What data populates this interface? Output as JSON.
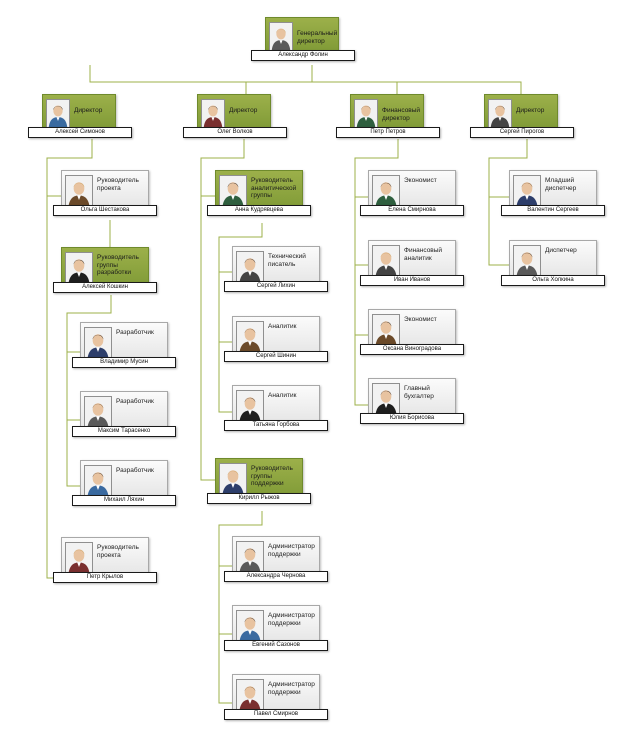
{
  "org_chart": {
    "nodes": [
      {
        "id": "ceo",
        "title": "Генеральный директор",
        "name": "Александр Фолин",
        "style": "green",
        "size": "L"
      },
      {
        "id": "d1",
        "parent": "ceo",
        "title": "Директор",
        "name": "Алексей Симонов",
        "style": "green",
        "size": "L"
      },
      {
        "id": "d2",
        "parent": "ceo",
        "title": "Директор",
        "name": "Олег Волков",
        "style": "green",
        "size": "L"
      },
      {
        "id": "d3",
        "parent": "ceo",
        "title": "Финансовый директор",
        "name": "Петр Петров",
        "style": "green",
        "size": "L"
      },
      {
        "id": "d4",
        "parent": "ceo",
        "title": "Директор",
        "name": "Сергей Пирогов",
        "style": "green",
        "size": "L"
      },
      {
        "id": "pm1",
        "parent": "d1",
        "title": "Руководитель проекта",
        "name": "Ольга Шестакова",
        "style": "grey",
        "size": "M"
      },
      {
        "id": "dl",
        "parent": "pm1",
        "title": "Руководитель группы разработки",
        "name": "Алексей Кошкин",
        "style": "green",
        "size": "M"
      },
      {
        "id": "dev1",
        "parent": "dl",
        "title": "Разработчик",
        "name": "Владимир Мусин",
        "style": "grey",
        "size": "M"
      },
      {
        "id": "dev2",
        "parent": "dl",
        "title": "Разработчик",
        "name": "Максим Тарасенко",
        "style": "grey",
        "size": "M"
      },
      {
        "id": "dev3",
        "parent": "dl",
        "title": "Разработчик",
        "name": "Михаил Ляхин",
        "style": "grey",
        "size": "M"
      },
      {
        "id": "pm2",
        "parent": "d1",
        "title": "Руководитель проекта",
        "name": "Петр Крылов",
        "style": "grey",
        "size": "M"
      },
      {
        "id": "al",
        "parent": "d2",
        "title": "Руководитель аналитической группы",
        "name": "Анна Кудрявцева",
        "style": "green",
        "size": "M"
      },
      {
        "id": "tw",
        "parent": "al",
        "title": "Технический писатель",
        "name": "Сергей Лихин",
        "style": "grey",
        "size": "M"
      },
      {
        "id": "an1",
        "parent": "al",
        "title": "Аналитик",
        "name": "Сергей Шинин",
        "style": "grey",
        "size": "M"
      },
      {
        "id": "an2",
        "parent": "al",
        "title": "Аналитик",
        "name": "Татьяна Горбова",
        "style": "grey",
        "size": "M"
      },
      {
        "id": "sl",
        "parent": "d2",
        "title": "Руководитель группы поддержки",
        "name": "Кирилл Рыжов",
        "style": "green",
        "size": "M"
      },
      {
        "id": "sa1",
        "parent": "sl",
        "title": "Администратор поддержки",
        "name": "Александра Чернова",
        "style": "grey",
        "size": "M"
      },
      {
        "id": "sa2",
        "parent": "sl",
        "title": "Администратор поддержки",
        "name": "Евгений Сазонов",
        "style": "grey",
        "size": "M"
      },
      {
        "id": "sa3",
        "parent": "sl",
        "title": "Администратор поддержки",
        "name": "Павел Смирнов",
        "style": "grey",
        "size": "M"
      },
      {
        "id": "ec1",
        "parent": "d3",
        "title": "Экономист",
        "name": "Елена Смирнова",
        "style": "grey",
        "size": "M"
      },
      {
        "id": "fa",
        "parent": "d3",
        "title": "Финансовый аналитик",
        "name": "Иван Иванов",
        "style": "grey",
        "size": "M"
      },
      {
        "id": "ec2",
        "parent": "d3",
        "title": "Экономист",
        "name": "Оксана Виноградова",
        "style": "grey",
        "size": "M"
      },
      {
        "id": "ga",
        "parent": "d3",
        "title": "Главный бухгалтер",
        "name": "Юлия Борисова",
        "style": "grey",
        "size": "M"
      },
      {
        "id": "jd",
        "parent": "d4",
        "title": "Младший диспетчер",
        "name": "Валентин Сергеев",
        "style": "grey",
        "size": "M"
      },
      {
        "id": "dp",
        "parent": "d4",
        "title": "Диспетчер",
        "name": "Ольга Холкина",
        "style": "grey",
        "size": "M"
      }
    ],
    "colors": {
      "manager_card": "#8aa33f",
      "employee_card": "#e9e9e9",
      "connector": "#9cb04a"
    }
  }
}
